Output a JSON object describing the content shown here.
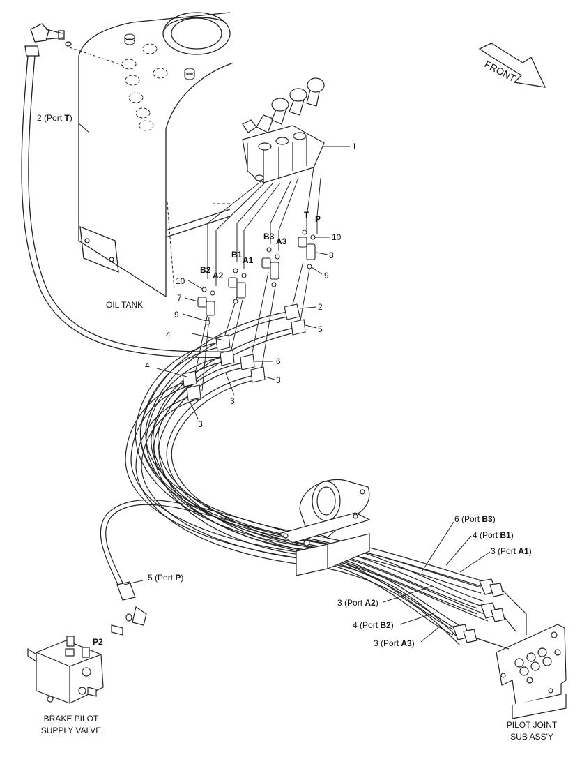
{
  "front": "FRONT",
  "oil_tank": "OIL TANK",
  "brake_valve": [
    "BRAKE PILOT",
    "SUPPLY VALVE"
  ],
  "pilot_joint": [
    "PILOT JOINT",
    "SUB ASS'Y"
  ],
  "port_word": "Port",
  "hose_labels": {
    "h2_port_t": {
      "num": "2",
      "port": "T"
    },
    "h5_port_p": {
      "num": "5",
      "port": "P"
    },
    "h6_port_b3": {
      "num": "6",
      "port": "B3"
    },
    "h4_port_b1": {
      "num": "4",
      "port": "B1"
    },
    "h3_port_a1": {
      "num": "3",
      "port": "A1"
    },
    "h3_port_a2": {
      "num": "3",
      "port": "A2"
    },
    "h4_port_b2": {
      "num": "4",
      "port": "B2"
    },
    "h3_port_a3": {
      "num": "3",
      "port": "A3"
    }
  },
  "port_letters": {
    "b2": "B2",
    "a2": "A2",
    "b1": "B1",
    "a1": "A1",
    "b3": "B3",
    "a3": "A3",
    "t": "T",
    "p": "P",
    "p2": "P2"
  },
  "callouts": {
    "c1": "1",
    "c2": "2",
    "c3a": "3",
    "c3b": "3",
    "c3c": "3",
    "c4a": "4",
    "c4b": "4",
    "c5": "5",
    "c6": "6",
    "c7": "7",
    "c8": "8",
    "c9a": "9",
    "c9b": "9",
    "c10a": "10",
    "c10b": "10"
  }
}
